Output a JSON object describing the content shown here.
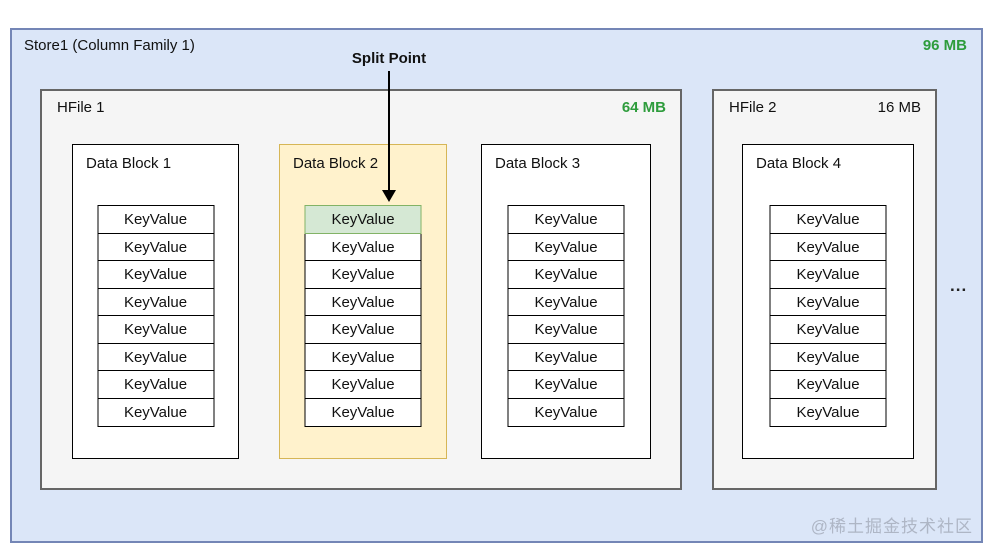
{
  "store": {
    "label": "Store1 (Column Family 1)",
    "size": "96 MB"
  },
  "split_point": {
    "label": "Split Point"
  },
  "hfiles": [
    {
      "name": "HFile 1",
      "size": "64 MB",
      "blocks": [
        {
          "name": "Data Block 1",
          "rows": [
            "KeyValue",
            "KeyValue",
            "KeyValue",
            "KeyValue",
            "KeyValue",
            "KeyValue",
            "KeyValue",
            "KeyValue"
          ]
        },
        {
          "name": "Data Block 2",
          "highlighted": true,
          "split_row_index": 0,
          "rows": [
            "KeyValue",
            "KeyValue",
            "KeyValue",
            "KeyValue",
            "KeyValue",
            "KeyValue",
            "KeyValue",
            "KeyValue"
          ]
        },
        {
          "name": "Data Block 3",
          "rows": [
            "KeyValue",
            "KeyValue",
            "KeyValue",
            "KeyValue",
            "KeyValue",
            "KeyValue",
            "KeyValue",
            "KeyValue"
          ]
        }
      ]
    },
    {
      "name": "HFile 2",
      "size": "16 MB",
      "blocks": [
        {
          "name": "Data Block 4",
          "rows": [
            "KeyValue",
            "KeyValue",
            "KeyValue",
            "KeyValue",
            "KeyValue",
            "KeyValue",
            "KeyValue",
            "KeyValue"
          ]
        }
      ]
    }
  ],
  "ellipsis": {
    "label": "..."
  },
  "watermark": {
    "label": "@稀土掘金技术社区"
  },
  "colors": {
    "store_fill": "#dbe6f8",
    "store_border": "#7486b6",
    "hfile_fill": "#f5f5f5",
    "hfile_border": "#666666",
    "block_fill": "#ffffff",
    "block_border": "#000000",
    "highlight_block_fill": "#fff2cc",
    "highlight_block_border": "#d6b656",
    "split_row_fill": "#d5e8d4",
    "split_row_border": "#82b366",
    "size_accent_green": "#2e9c3c"
  }
}
